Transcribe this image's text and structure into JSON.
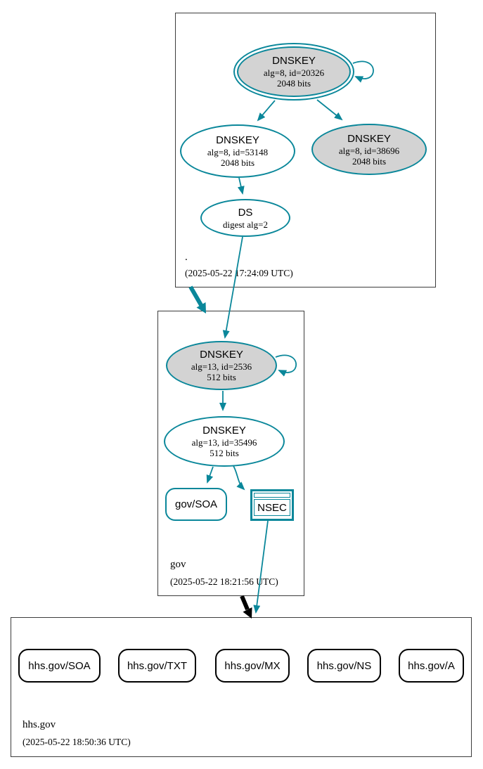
{
  "colors": {
    "secure": "#0a879a",
    "insecure": "#000000",
    "key_fill": "#d3d3d3",
    "background": "#ffffff"
  },
  "zones": [
    {
      "label": ".",
      "timestamp": "(2025-05-22 17:24:09 UTC)",
      "nodes": [
        {
          "title": "DNSKEY",
          "detail1": "alg=8, id=20326",
          "detail2": "2048 bits"
        },
        {
          "title": "DNSKEY",
          "detail1": "alg=8, id=53148",
          "detail2": "2048 bits"
        },
        {
          "title": "DNSKEY",
          "detail1": "alg=8, id=38696",
          "detail2": "2048 bits"
        },
        {
          "title": "DS",
          "detail1": "digest alg=2"
        }
      ]
    },
    {
      "label": "gov",
      "timestamp": "(2025-05-22 18:21:56 UTC)",
      "nodes": [
        {
          "title": "DNSKEY",
          "detail1": "alg=13, id=2536",
          "detail2": "512 bits"
        },
        {
          "title": "DNSKEY",
          "detail1": "alg=13, id=35496",
          "detail2": "512 bits"
        },
        {
          "title": "gov/SOA"
        },
        {
          "title": "NSEC"
        }
      ]
    },
    {
      "label": "hhs.gov",
      "timestamp": "(2025-05-22 18:50:36 UTC)",
      "nodes": [
        {
          "title": "hhs.gov/SOA"
        },
        {
          "title": "hhs.gov/TXT"
        },
        {
          "title": "hhs.gov/MX"
        },
        {
          "title": "hhs.gov/NS"
        },
        {
          "title": "hhs.gov/A"
        }
      ]
    }
  ],
  "edges": [
    {
      "from": "root DNSKEY 20326",
      "to": "root DNSKEY 20326",
      "type": "self-sign",
      "status": "secure"
    },
    {
      "from": "root DNSKEY 20326",
      "to": "root DNSKEY 53148",
      "status": "secure"
    },
    {
      "from": "root DNSKEY 20326",
      "to": "root DNSKEY 38696",
      "status": "secure"
    },
    {
      "from": "root DNSKEY 53148",
      "to": "DS digest alg=2",
      "status": "secure"
    },
    {
      "from": "DS digest alg=2",
      "to": "gov DNSKEY 2536",
      "status": "secure"
    },
    {
      "from": "root zone",
      "to": "gov zone",
      "type": "delegation",
      "status": "secure"
    },
    {
      "from": "gov DNSKEY 2536",
      "to": "gov DNSKEY 2536",
      "type": "self-sign",
      "status": "secure"
    },
    {
      "from": "gov DNSKEY 2536",
      "to": "gov DNSKEY 35496",
      "status": "secure"
    },
    {
      "from": "gov DNSKEY 35496",
      "to": "gov/SOA",
      "status": "secure"
    },
    {
      "from": "gov DNSKEY 35496",
      "to": "NSEC",
      "status": "secure"
    },
    {
      "from": "NSEC",
      "to": "hhs.gov zone",
      "status": "secure"
    },
    {
      "from": "gov zone",
      "to": "hhs.gov zone",
      "type": "delegation",
      "status": "insecure"
    }
  ]
}
